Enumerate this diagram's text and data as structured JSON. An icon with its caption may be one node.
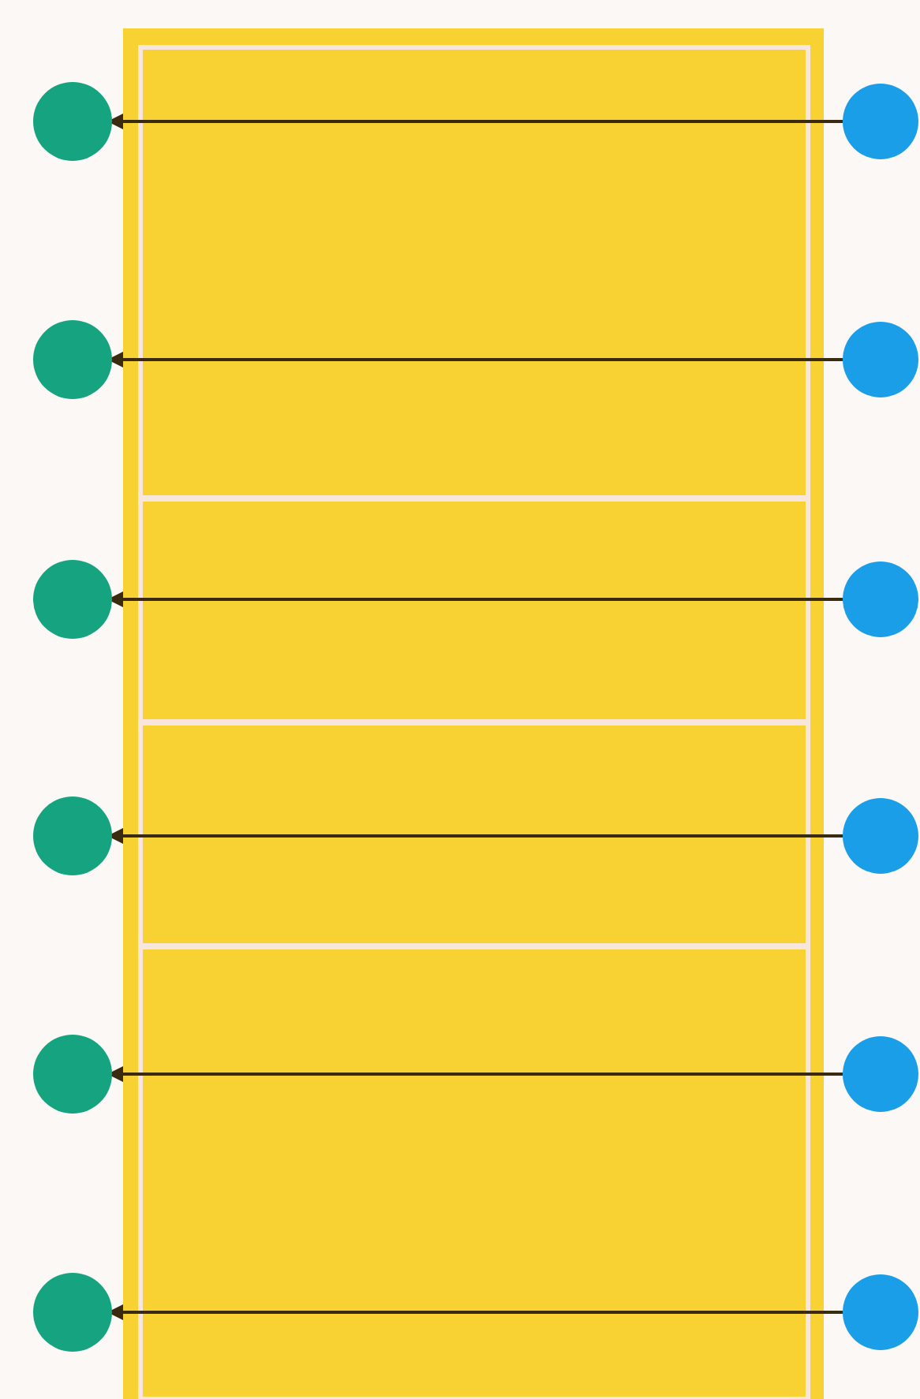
{
  "diagram": {
    "nodes": [
      {
        "text": [],
        "shape": "circle"
      },
      {
        "text": [],
        "shape": "circle"
      },
      {
        "text": [],
        "shape": "circle"
      },
      {
        "text": [],
        "shape": "circle"
      },
      {
        "text": [],
        "shape": "circle"
      },
      {
        "text": [],
        "shape": "circle"
      },
      {
        "text": [],
        "shape": "circle"
      },
      {
        "text": [],
        "shape": "circle"
      },
      {
        "text": [],
        "shape": "circle"
      },
      {
        "text": [],
        "shape": "circle"
      },
      {
        "text": [],
        "shape": "circle"
      },
      {
        "text": [],
        "shape": "circle"
      }
    ],
    "edges": [
      {
        "from": 6,
        "to": 0,
        "arrow": "to"
      },
      {
        "from": 7,
        "to": 1,
        "arrow": "to"
      },
      {
        "from": 8,
        "to": 2,
        "arrow": "to"
      },
      {
        "from": 9,
        "to": 3,
        "arrow": "to"
      },
      {
        "from": 10,
        "to": 4,
        "arrow": "to"
      },
      {
        "from": 11,
        "to": 5,
        "arrow": "to"
      }
    ]
  }
}
